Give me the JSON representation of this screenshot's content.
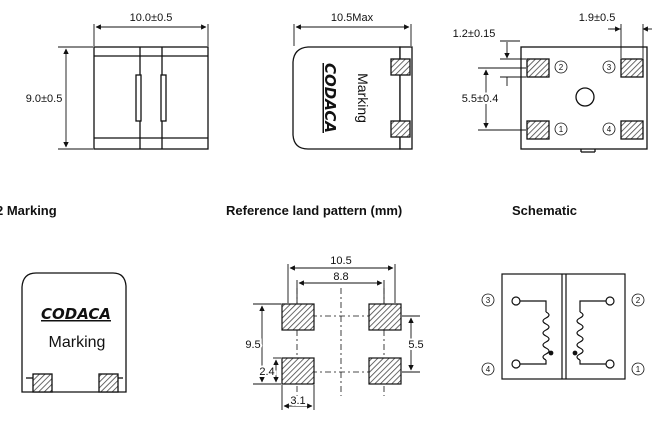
{
  "dims": {
    "front_width": "10.0±0.5",
    "front_height": "9.0±0.5",
    "top_width": "10.5Max",
    "bottom_pad_width": "1.9±0.5",
    "bottom_pad_height": "1.2±0.15",
    "bottom_pitch": "5.5±0.4"
  },
  "logo": "CODACA",
  "marking": "Marking",
  "sections": {
    "marking_title": "2 Marking",
    "land_title": "Reference land pattern (mm)",
    "schematic_title": "Schematic"
  },
  "land": {
    "overall_width": "10.5",
    "inner_width": "8.8",
    "overall_height": "9.5",
    "pad_height": "2.4",
    "pad_width": "3.1",
    "pitch": "5.5"
  },
  "pins": [
    "1",
    "2",
    "3",
    "4"
  ],
  "colors": {
    "line": "#111111",
    "hatch": "#444444",
    "pad_fill": "#ffffff"
  }
}
